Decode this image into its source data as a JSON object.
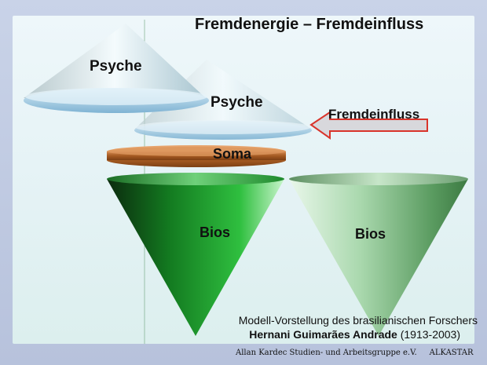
{
  "title": "Fremdenergie – Fremdeinfluss",
  "labels": {
    "psyche_upper": "Psyche",
    "psyche_lower": "Psyche",
    "soma": "Soma",
    "bios_left": "Bios",
    "bios_right": "Bios",
    "influence": "Fremdeinfluss"
  },
  "caption": {
    "line1": "Modell-Vorstellung des brasilianischen Forschers",
    "author": "Hernani Guimarães Andrade",
    "years": "(1913-2003)"
  },
  "footer": {
    "org": "Allan Kardec Studien- und Arbeitsgruppe e.V.",
    "brand": "ALKASTAR"
  },
  "colors": {
    "bios_green": "#1e9a2e",
    "soma_brown": "#b8672b",
    "psyche_blue": "#9ec6df",
    "arrow_red": "#d9342b"
  }
}
